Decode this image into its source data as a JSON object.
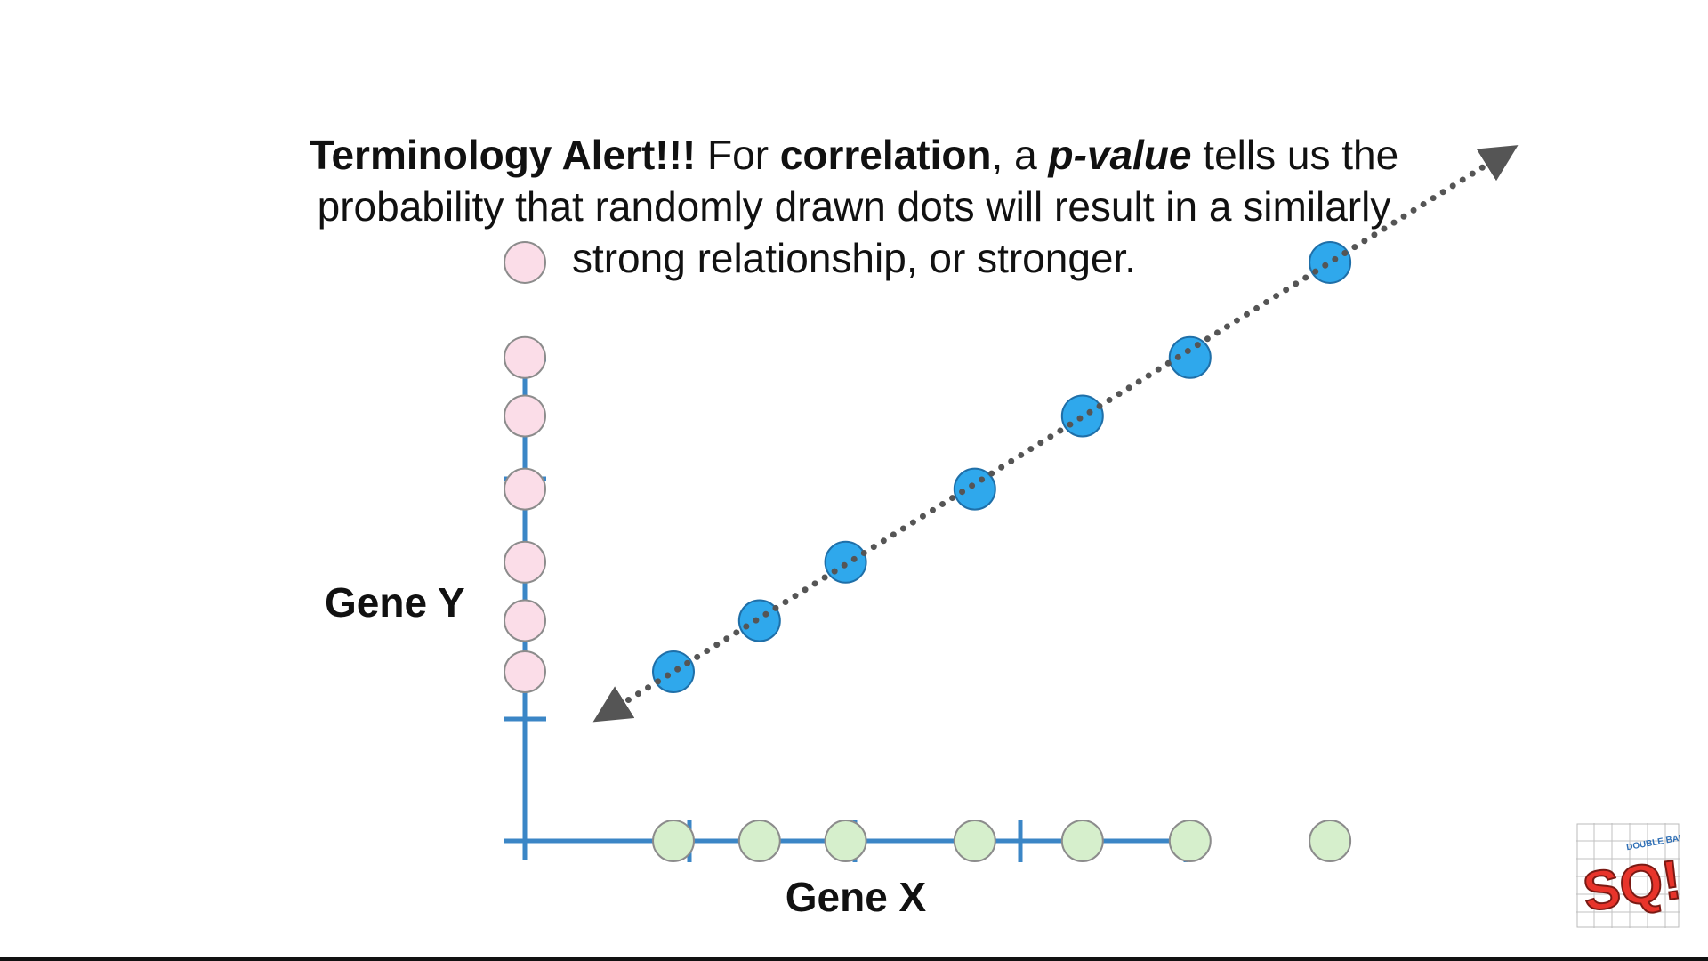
{
  "headline": {
    "part1": "Terminology Alert!!!",
    "part2": " For ",
    "part3": "correlation",
    "part4": ", a ",
    "part5": "p-value",
    "part6": " tells us the probability that randomly drawn dots will result in a similarly strong relationship, or stronger."
  },
  "diagram": {
    "x_axis_label": "Gene X",
    "y_axis_label": "Gene Y",
    "colors": {
      "axis": "#3b86c6",
      "point_fill": "#2fa8ec",
      "point_stroke": "#1f6fa8",
      "x_projection_fill": "#d6efcc",
      "y_projection_fill": "#fbdde8",
      "projection_stroke": "#8c8c8c",
      "trend_line": "#555555"
    },
    "data": {
      "x": [
        2.0,
        2.4,
        2.8,
        3.4,
        3.9,
        4.4,
        5.05
      ],
      "y": [
        2.0,
        2.35,
        2.75,
        3.25,
        3.75,
        4.15,
        4.8
      ]
    },
    "trend_line": {
      "style": "dotted",
      "arrows": "both"
    }
  },
  "logo": {
    "letters": "SQ!",
    "small_text": "DOUBLE BAM!!!",
    "colors": {
      "main": "#e8342b",
      "accent": "#f7d54a",
      "grid": "#9a9a9a"
    }
  }
}
